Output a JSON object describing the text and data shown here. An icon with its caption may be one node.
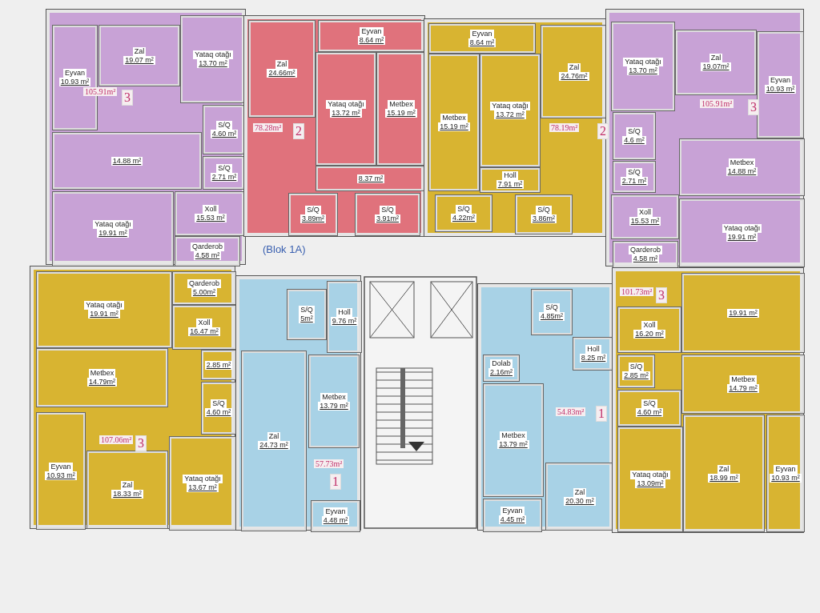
{
  "diagram": {
    "nodes": [
      {
        "text": [
          "105.91m²",
          "3"
        ]
      },
      {
        "text": [
          "Eyvan",
          "10.93 m²"
        ],
        "in": 0
      },
      {
        "text": [
          "Zal",
          "19.07 m²"
        ],
        "in": 0
      },
      {
        "text": [
          "Yataq otağı",
          "13.70 m²"
        ],
        "in": 0
      },
      {
        "text": [
          "S/Q",
          "4.60 m²"
        ],
        "in": 0
      },
      {
        "text": [
          "S/Q",
          "2.71 m²"
        ],
        "in": 0
      },
      {
        "text": [
          "14.88 m²"
        ],
        "in": 0
      },
      {
        "text": [
          "Yataq otağı",
          "19.91 m²"
        ],
        "in": 0
      },
      {
        "text": [
          "Xoll",
          "15.53 m²"
        ],
        "in": 0
      },
      {
        "text": [
          "Qarderob",
          "4.58 m²"
        ],
        "in": 0
      },
      {
        "text": [
          "78.28m²",
          "2"
        ]
      },
      {
        "text": [
          "Zal",
          "24.66m²"
        ],
        "in": 10
      },
      {
        "text": [
          "Eyvan",
          "8.64 m²"
        ],
        "in": 10
      },
      {
        "text": [
          "Yataq otağı",
          "13.72 m²"
        ],
        "in": 10
      },
      {
        "text": [
          "Metbex",
          "15.19 m²"
        ],
        "in": 10
      },
      {
        "text": [
          "8.37 m²"
        ],
        "in": 10
      },
      {
        "text": [
          "S/Q",
          "3.89m²"
        ],
        "in": 10
      },
      {
        "text": [
          "S/Q",
          "3.91m²"
        ],
        "in": 10
      },
      {
        "text": [
          "78.19m²",
          "2"
        ]
      },
      {
        "text": [
          "Eyvan",
          "8.64 m²"
        ],
        "in": 18
      },
      {
        "text": [
          "Metbex",
          "15.19 m²"
        ],
        "in": 18
      },
      {
        "text": [
          "Yataq otağı",
          "13.72 m²"
        ],
        "in": 18
      },
      {
        "text": [
          "Zal",
          "24.76m²"
        ],
        "in": 18
      },
      {
        "text": [
          "Holl",
          "7.91 m²"
        ],
        "in": 18
      },
      {
        "text": [
          "S/Q",
          "4.22m²"
        ],
        "in": 18
      },
      {
        "text": [
          "S/Q",
          "3.86m²"
        ],
        "in": 18
      },
      {
        "text": [
          "105.91m²",
          "3"
        ]
      },
      {
        "text": [
          "Yataq otağı",
          "13.70 m²"
        ],
        "in": 26
      },
      {
        "text": [
          "Zal",
          "19.07m²"
        ],
        "in": 26
      },
      {
        "text": [
          "Eyvan",
          "10.93 m²"
        ],
        "in": 26
      },
      {
        "text": [
          "S/Q",
          "4.6 m²"
        ],
        "in": 26
      },
      {
        "text": [
          "S/Q",
          "2.71 m²"
        ],
        "in": 26
      },
      {
        "text": [
          "Metbex",
          "14.88 m²"
        ],
        "in": 26
      },
      {
        "text": [
          "Xoll",
          "15.53 m²"
        ],
        "in": 26
      },
      {
        "text": [
          "Yataq otağı",
          "19.91 m²"
        ],
        "in": 26
      },
      {
        "text": [
          "Qarderob",
          "4.58 m²"
        ],
        "in": 26
      },
      {
        "text": [
          "107.06m²",
          "3"
        ]
      },
      {
        "text": [
          "Yataq otağı",
          "19.91 m²"
        ],
        "in": 36
      },
      {
        "text": [
          "Qarderob",
          "5.00m²"
        ],
        "in": 36
      },
      {
        "text": [
          "Xoll",
          "16.47 m²"
        ],
        "in": 36
      },
      {
        "text": [
          "Metbex",
          "14.79m²"
        ],
        "in": 36
      },
      {
        "text": [
          "2.85 m²"
        ],
        "in": 36
      },
      {
        "text": [
          "S/Q",
          "4.60 m²"
        ],
        "in": 36
      },
      {
        "text": [
          "Eyvan",
          "10.93 m²"
        ],
        "in": 36
      },
      {
        "text": [
          "Zal",
          "18.33 m²"
        ],
        "in": 36
      },
      {
        "text": [
          "Yataq otağı",
          "13.67 m²"
        ],
        "in": 36
      },
      {
        "text": [
          "57.73m²",
          "1"
        ]
      },
      {
        "text": [
          "S/Q",
          "5m²"
        ],
        "in": 46
      },
      {
        "text": [
          "Holl",
          "9.76 m²"
        ],
        "in": 46
      },
      {
        "text": [
          "Zal",
          "24.73 m²"
        ],
        "in": 46
      },
      {
        "text": [
          "Metbex",
          "13.79 m²"
        ],
        "in": 46
      },
      {
        "text": [
          "Eyvan",
          "4.48 m²"
        ],
        "in": 46
      },
      {
        "text": [
          "54.83m²",
          "1"
        ]
      },
      {
        "text": [
          "S/Q",
          "4.85m²"
        ],
        "in": 52
      },
      {
        "text": [
          "Holl",
          "8.25 m²"
        ],
        "in": 52
      },
      {
        "text": [
          "Dolab",
          "2.16m²"
        ],
        "in": 52
      },
      {
        "text": [
          "Metbex",
          "13.79 m²"
        ],
        "in": 52
      },
      {
        "text": [
          "Zal",
          "20.30 m²"
        ],
        "in": 52
      },
      {
        "text": [
          "Eyvan",
          "4.45 m²"
        ],
        "in": 52
      },
      {
        "text": [
          "101.73m²",
          "3"
        ]
      },
      {
        "text": [
          "Xoll",
          "16.20 m²"
        ],
        "in": 59
      },
      {
        "text": [
          "19.91 m²"
        ],
        "in": 59
      },
      {
        "text": [
          "S/Q",
          "2.85 m²"
        ],
        "in": 59
      },
      {
        "text": [
          "Metbex",
          "14.79 m²"
        ],
        "in": 59
      },
      {
        "text": [
          "S/Q",
          "4.60 m²"
        ],
        "in": 59
      },
      {
        "text": [
          "Yataq otağı",
          "13.09m²"
        ],
        "in": 59
      },
      {
        "text": [
          "Zal",
          "18.99 m²"
        ],
        "in": 59
      },
      {
        "text": [
          "Eyvan",
          "10.93 m²"
        ],
        "in": 59
      }
    ],
    "labels": [
      "(Blok 1A)"
    ]
  }
}
